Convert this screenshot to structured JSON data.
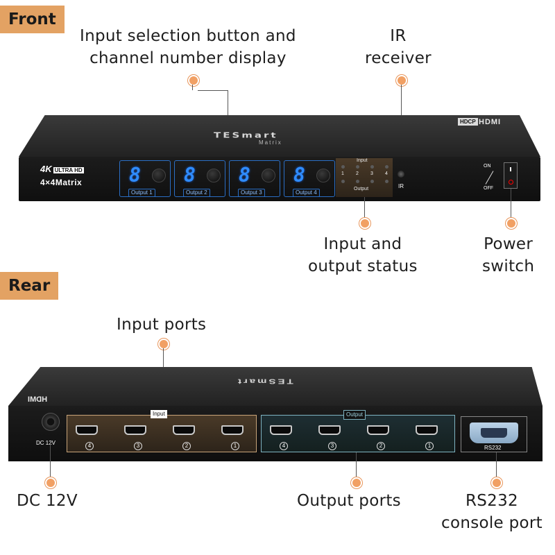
{
  "front": {
    "tag": "Front",
    "callouts": {
      "input_selection": [
        "Input selection button and",
        "channel number display"
      ],
      "ir_receiver": [
        "IR",
        "receiver"
      ],
      "status": [
        "Input and",
        "output status"
      ],
      "power": [
        "Power",
        "switch"
      ]
    },
    "device": {
      "brand": "TESmart",
      "brand_sub": "Matrix",
      "badge_hdcp": "HDCP",
      "hdmi_logo": "HDMI",
      "logo_4k": "4K",
      "logo_uhd": "ULTRA HD",
      "logo_matrix": "4×4Matrix",
      "outputs": [
        {
          "digit": "8",
          "label": "Output 1"
        },
        {
          "digit": "8",
          "label": "Output 2"
        },
        {
          "digit": "8",
          "label": "Output 3"
        },
        {
          "digit": "8",
          "label": "Output 4"
        }
      ],
      "status_input_label": "Input",
      "status_output_label": "Output",
      "status_numbers": [
        "1",
        "2",
        "3",
        "4"
      ],
      "ir_label": "IR",
      "on_label": "ON",
      "off_label": "OFF"
    }
  },
  "rear": {
    "tag": "Rear",
    "callouts": {
      "input_ports": [
        "Input ports"
      ],
      "dc": [
        "DC 12V"
      ],
      "output_ports": [
        "Output ports"
      ],
      "rs232": [
        "RS232",
        "console port"
      ]
    },
    "device": {
      "brand": "TESmart",
      "hdmi_logo": "HDMI",
      "dc_label": "DC 12V",
      "input_title": "Input",
      "output_title": "Output",
      "input_numbers": [
        "4",
        "3",
        "2",
        "1"
      ],
      "output_numbers": [
        "4",
        "3",
        "2",
        "1"
      ],
      "rs232_label": "RS232"
    }
  }
}
